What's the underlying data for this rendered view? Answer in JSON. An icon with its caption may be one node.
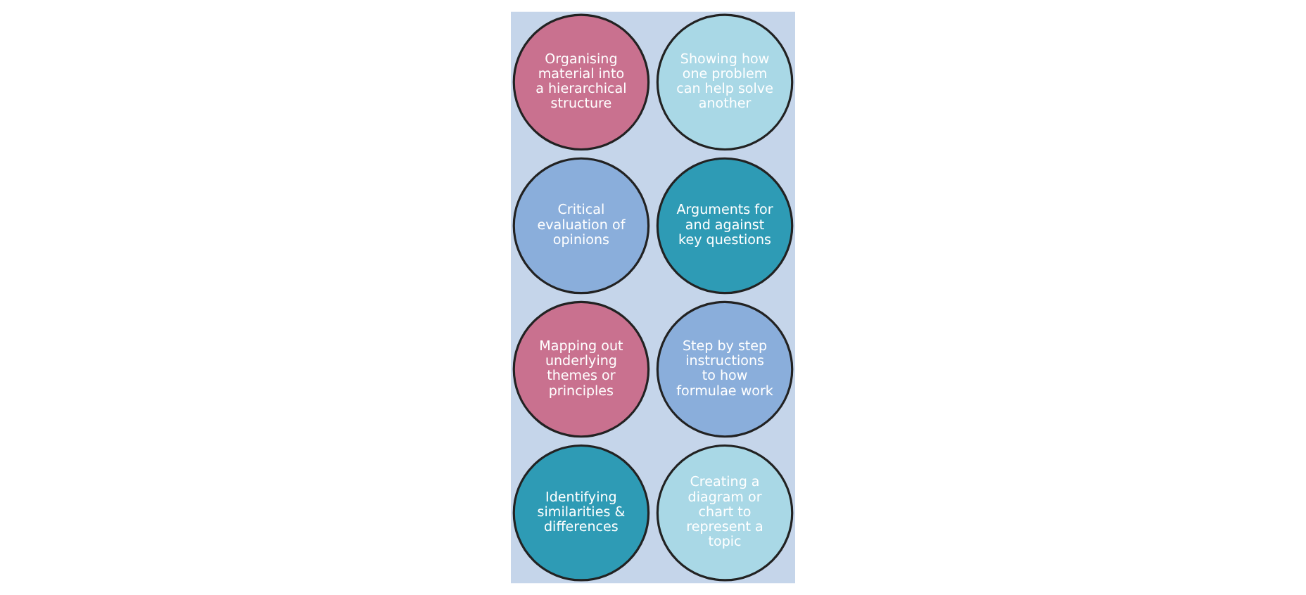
{
  "diagram": {
    "nodes": [
      {
        "text": [
          "Organising material into a hierarchical structure"
        ]
      },
      {
        "text": [
          "Critical evaluation of opinions"
        ]
      },
      {
        "text": [
          "Mapping out underlying themes or principles"
        ]
      },
      {
        "text": [
          "Identifying similarities & differences"
        ]
      },
      {
        "text": [
          "Showing how one problem can help solve another"
        ]
      },
      {
        "text": [
          "Arguments for and against key questions"
        ]
      },
      {
        "text": [
          "Step by step instructions to how formulae work"
        ]
      },
      {
        "text": [
          "Creating a diagram or chart to represent a topic"
        ]
      }
    ]
  }
}
